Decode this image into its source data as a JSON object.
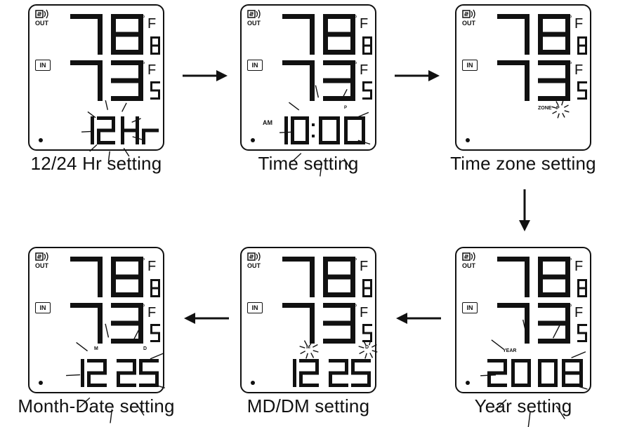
{
  "panels": [
    {
      "id": "p1",
      "caption": "12/24 Hr setting",
      "out_label": "OUT",
      "in_label": "IN",
      "outdoor_temp": "78",
      "outdoor_decimal": "8",
      "indoor_temp": "73",
      "indoor_decimal": "5",
      "unit": "F",
      "bottom_text": "12Hr",
      "small_left": "",
      "small_right": ""
    },
    {
      "id": "p2",
      "caption": "Time setting",
      "out_label": "OUT",
      "in_label": "IN",
      "outdoor_temp": "78",
      "outdoor_decimal": "8",
      "indoor_temp": "73",
      "indoor_decimal": "5",
      "unit": "F",
      "bottom_text": "10:00",
      "small_left": "AM",
      "small_right": "P"
    },
    {
      "id": "p3",
      "caption": "Time zone setting",
      "out_label": "OUT",
      "in_label": "IN",
      "outdoor_temp": "78",
      "outdoor_decimal": "8",
      "indoor_temp": "73",
      "indoor_decimal": "5",
      "unit": "F",
      "bottom_text": "",
      "small_left": "ZONE",
      "small_right": "P"
    },
    {
      "id": "p4",
      "caption": "Month-Date setting",
      "out_label": "OUT",
      "in_label": "IN",
      "outdoor_temp": "78",
      "outdoor_decimal": "8",
      "indoor_temp": "73",
      "indoor_decimal": "5",
      "unit": "F",
      "bottom_text": "12 25",
      "small_left": "M",
      "small_right": "D"
    },
    {
      "id": "p5",
      "caption": "MD/DM setting",
      "out_label": "OUT",
      "in_label": "IN",
      "outdoor_temp": "78",
      "outdoor_decimal": "8",
      "indoor_temp": "73",
      "indoor_decimal": "5",
      "unit": "F",
      "bottom_text": "12 25",
      "small_left": "M",
      "small_right": "D"
    },
    {
      "id": "p6",
      "caption": "Year setting",
      "out_label": "OUT",
      "in_label": "IN",
      "outdoor_temp": "78",
      "outdoor_decimal": "8",
      "indoor_temp": "73",
      "indoor_decimal": "5",
      "unit": "F",
      "bottom_text": "2008",
      "small_left": "YEAR",
      "small_right": ""
    }
  ],
  "arrows": [
    "right",
    "right",
    "down",
    "left",
    "left"
  ],
  "icons": {
    "signal": "signal-icon",
    "arrow": "arrow-icon"
  },
  "colors": {
    "ink": "#111111",
    "background": "#ffffff"
  }
}
